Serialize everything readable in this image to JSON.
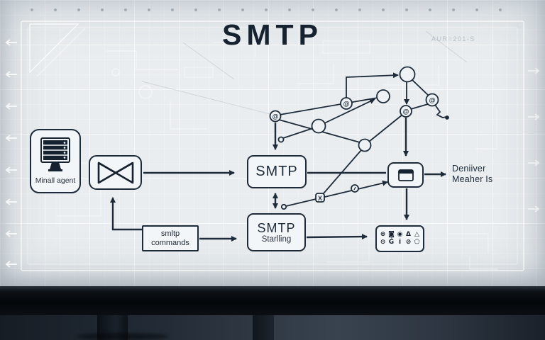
{
  "title": "SMTP",
  "watermark": "AUR=201-S",
  "glyphs": {
    "at": "@",
    "x": "X"
  },
  "boxes": {
    "mail_agent": {
      "label": "Minall agent"
    },
    "smtp": {
      "label": "SMTP"
    },
    "starling": {
      "line1": "SMTP",
      "line2": "Starlling"
    },
    "commands": {
      "line1": "smltp",
      "line2": "commands"
    },
    "deliver": {
      "line1": "Deniiver",
      "line2": "Meaher Is"
    },
    "icons": {
      "row1": [
        "⊜",
        "◙",
        "◉",
        "Δ",
        "△"
      ],
      "row2": [
        "⊝",
        "Ġ",
        "i",
        "⊘",
        "⬠"
      ]
    }
  },
  "colors": {
    "ink": "#1d2b3a",
    "screen_background": "#e9edf0",
    "grid_line": "#ffffff",
    "bezel": "#04070a",
    "desk": "#2c3540"
  }
}
